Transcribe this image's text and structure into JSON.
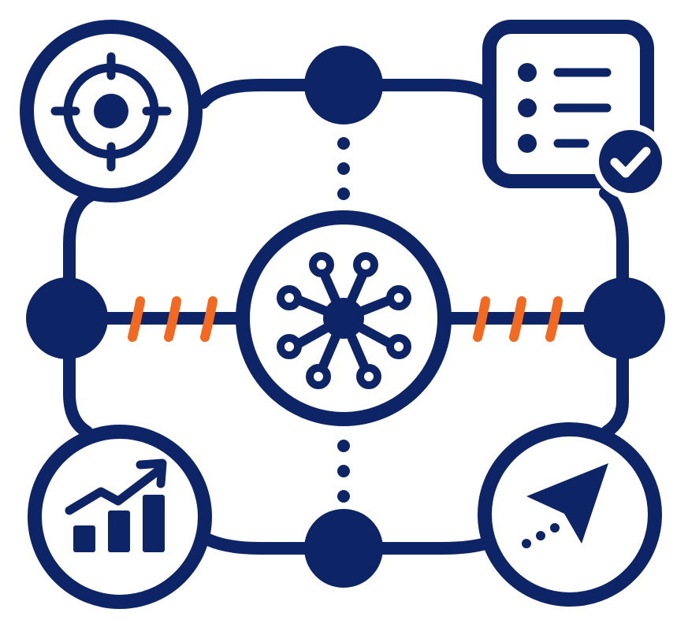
{
  "colors": {
    "primary": "#0d2566",
    "accent": "#f26a21",
    "background": "#ffffff"
  },
  "nodes": {
    "center": {
      "icon": "network-hub-icon"
    },
    "top_left": {
      "icon": "target-crosshair-icon"
    },
    "top_right": {
      "icon": "checklist-approved-icon"
    },
    "bottom_left": {
      "icon": "growth-chart-icon"
    },
    "bottom_right": {
      "icon": "navigation-arrow-icon"
    },
    "connectors": [
      "top-junction",
      "bottom-junction",
      "left-junction",
      "right-junction"
    ]
  },
  "stitches": {
    "left_count": 3,
    "right_count": 3
  }
}
